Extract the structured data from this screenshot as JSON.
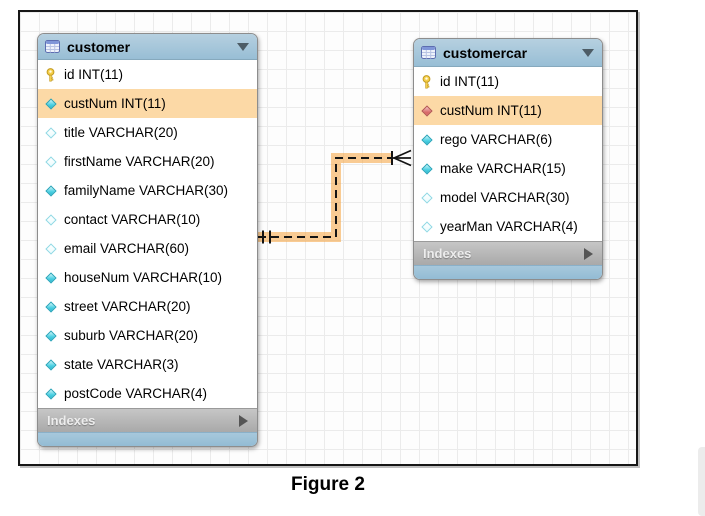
{
  "figure": {
    "caption": "Figure 2"
  },
  "diagram": {
    "tables": [
      {
        "name": "customer",
        "indexes_label": "Indexes",
        "columns": [
          {
            "label": "id INT(11)",
            "icon": "primary-key",
            "highlighted": false
          },
          {
            "label": "custNum INT(11)",
            "icon": "diamond-filled",
            "highlighted": true
          },
          {
            "label": "title VARCHAR(20)",
            "icon": "diamond-open",
            "highlighted": false
          },
          {
            "label": "firstName VARCHAR(20)",
            "icon": "diamond-open",
            "highlighted": false
          },
          {
            "label": "familyName VARCHAR(30)",
            "icon": "diamond-filled",
            "highlighted": false
          },
          {
            "label": "contact VARCHAR(10)",
            "icon": "diamond-open",
            "highlighted": false
          },
          {
            "label": "email VARCHAR(60)",
            "icon": "diamond-open",
            "highlighted": false
          },
          {
            "label": "houseNum VARCHAR(10)",
            "icon": "diamond-filled",
            "highlighted": false
          },
          {
            "label": "street VARCHAR(20)",
            "icon": "diamond-filled",
            "highlighted": false
          },
          {
            "label": "suburb VARCHAR(20)",
            "icon": "diamond-filled",
            "highlighted": false
          },
          {
            "label": "state VARCHAR(3)",
            "icon": "diamond-filled",
            "highlighted": false
          },
          {
            "label": "postCode VARCHAR(4)",
            "icon": "diamond-filled",
            "highlighted": false
          }
        ]
      },
      {
        "name": "customercar",
        "indexes_label": "Indexes",
        "columns": [
          {
            "label": "id INT(11)",
            "icon": "primary-key",
            "highlighted": false
          },
          {
            "label": "custNum INT(11)",
            "icon": "diamond-fk",
            "highlighted": true
          },
          {
            "label": "rego VARCHAR(6)",
            "icon": "diamond-filled",
            "highlighted": false
          },
          {
            "label": "make VARCHAR(15)",
            "icon": "diamond-filled",
            "highlighted": false
          },
          {
            "label": "model VARCHAR(30)",
            "icon": "diamond-open",
            "highlighted": false
          },
          {
            "label": "yearMan VARCHAR(4)",
            "icon": "diamond-open",
            "highlighted": false
          }
        ]
      }
    ],
    "relationship": {
      "from_table": "customer",
      "to_table": "customercar",
      "from_cardinality": "one-and-only-one",
      "to_cardinality": "one-or-many",
      "line_style": "dashed",
      "highlight_color": "#f6a33c"
    }
  },
  "colors": {
    "table_header": "#a3c6db",
    "table_footer": "#9cc0d7",
    "indexes_bar": "#b5b5b5",
    "row_highlight": "#fcd9a6",
    "relationship_glow": "#f6a33c",
    "primary_key": "#f5cf4a",
    "attribute_filled": "#49cfe2",
    "foreign_key": "#d96a6a"
  }
}
